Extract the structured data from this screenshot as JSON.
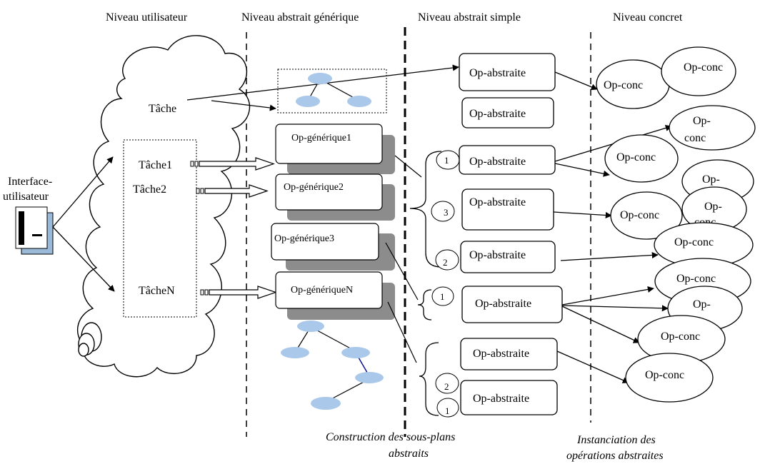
{
  "levels": {
    "user": "Niveau  utilisateur",
    "generic": "Niveau abstrait générique",
    "simple": "Niveau abstrait simple",
    "concrete": "Niveau concret"
  },
  "interface_label": [
    "Interface-",
    "utilisateur"
  ],
  "tasks": {
    "main": "Tâche",
    "task1": "Tâche1",
    "task2": "Tâche2",
    "taskN": "TâcheN"
  },
  "generic_ops": [
    "Op-générique1",
    "Op-générique2",
    "Op-générique3",
    "Op-génériqueN"
  ],
  "abstract_ops": [
    "Op-abstraite",
    "Op-abstraite",
    "Op-abstraite",
    "Op-abstraite",
    "Op-abstraite",
    "Op-abstraite",
    "Op-abstraite",
    "Op-abstraite"
  ],
  "order_numbers": [
    "1",
    "3",
    "2",
    "1",
    "2",
    "1"
  ],
  "concrete_op": "Op-conc",
  "concrete_op_split": [
    "Op-",
    "conc"
  ],
  "captions": {
    "construction": [
      "Construction des sous-plans",
      "abstraits"
    ],
    "instanciation": [
      "Instanciation des",
      "opérations abstraites"
    ]
  }
}
